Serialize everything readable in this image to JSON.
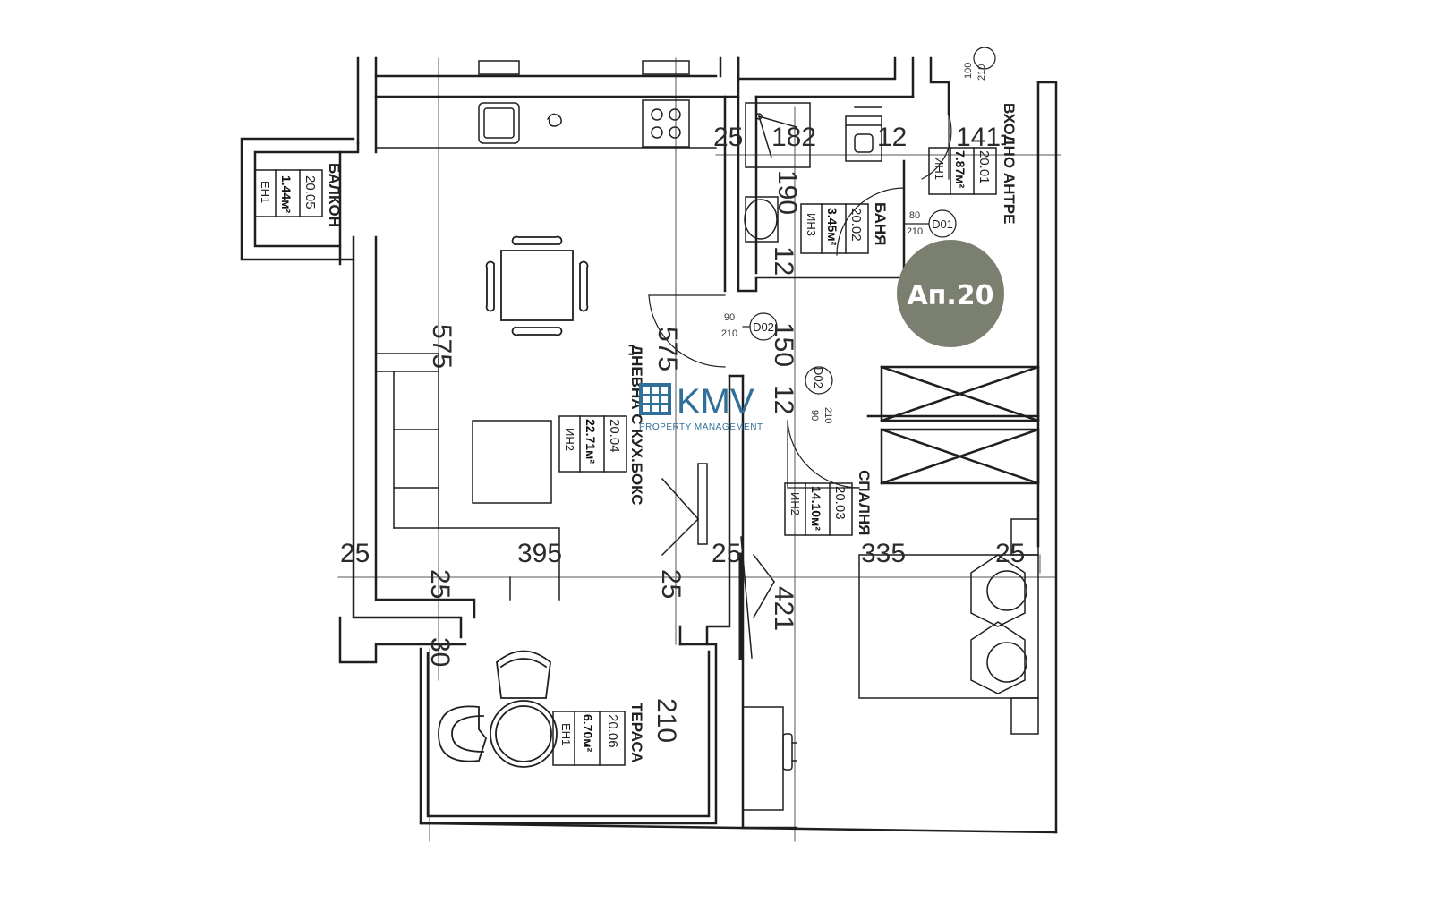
{
  "badge": {
    "label": "Ап.20",
    "color": "#7a7f70"
  },
  "logo": {
    "name": "KMV",
    "tagline": "PROPERTY MANAGEMENT",
    "color": "#2f6f9a"
  },
  "rooms": {
    "balcony": {
      "name": "БАЛКОН",
      "code": "20.05",
      "area": "1.44м²",
      "tag": "ЕН1"
    },
    "bathroom": {
      "name": "БАНЯ",
      "code": "20.02",
      "area": "3.45м²",
      "tag": "ИН3"
    },
    "entry": {
      "name": "ВХОДНО АНТРЕ",
      "code": "20.01",
      "area": "7.87м²",
      "tag": "ИН1"
    },
    "living": {
      "name": "ДНЕВНА С КУХ.БОКС",
      "code": "20.04",
      "area": "22.71м²",
      "tag": "ИН2"
    },
    "bedroom": {
      "name": "СПАЛНЯ",
      "code": "20.03",
      "area": "14.10м²",
      "tag": "ИН2"
    },
    "terrace": {
      "name": "ТЕРАСА",
      "code": "20.06",
      "area": "6.70м²",
      "tag": "ЕН1"
    }
  },
  "doors": {
    "d01": {
      "id": "D01",
      "width": "80",
      "height": "210"
    },
    "d02a": {
      "id": "D02",
      "width": "90",
      "height": "210"
    },
    "d02b": {
      "id": "D02",
      "width": "90",
      "height": "210"
    },
    "entrance": {
      "width": "100",
      "height": "210"
    }
  },
  "dimensions": {
    "d_575_left": "575",
    "d_575_mid": "575",
    "d_395": "395",
    "d_335": "335",
    "d_421": "421",
    "d_210": "210",
    "d_190": "190",
    "d_182": "182",
    "d_150": "150",
    "d_141": "141",
    "d_30": "30",
    "d_25_top": "25",
    "d_25_left": "25",
    "d_25_bottom_left": "25",
    "d_25_bottom_mid": "25",
    "d_25_mid": "25",
    "d_25_right": "25",
    "d_12_top": "12",
    "d_12_bath": "12",
    "d_12_mid": "12"
  }
}
